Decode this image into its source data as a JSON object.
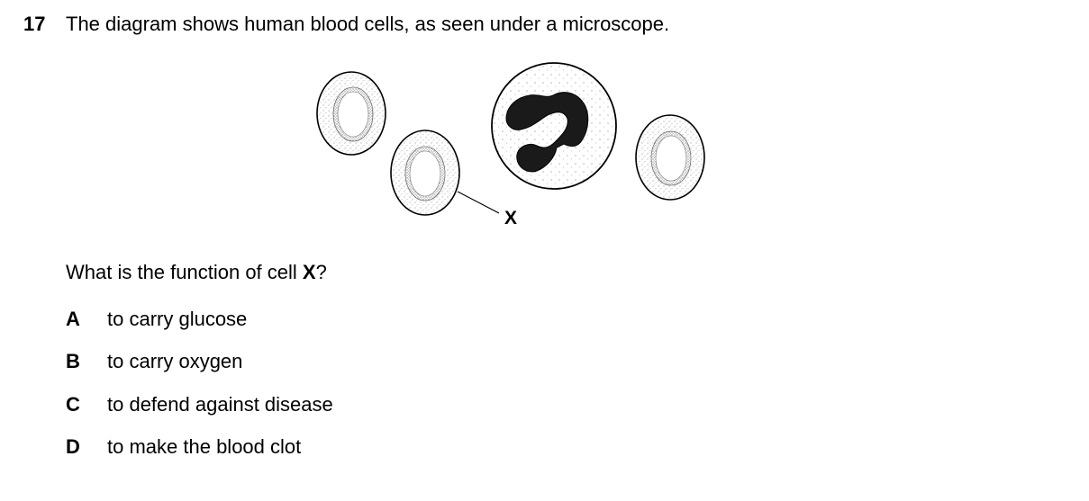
{
  "question": {
    "number": "17",
    "text": "The diagram shows human blood cells, as seen under a microscope."
  },
  "diagram": {
    "label_x": "X"
  },
  "stem": {
    "before": "What is the function of cell ",
    "bold": "X",
    "after": "?"
  },
  "options": [
    {
      "letter": "A",
      "text": "to carry glucose"
    },
    {
      "letter": "B",
      "text": "to carry oxygen"
    },
    {
      "letter": "C",
      "text": "to defend against disease"
    },
    {
      "letter": "D",
      "text": "to make the blood clot"
    }
  ]
}
